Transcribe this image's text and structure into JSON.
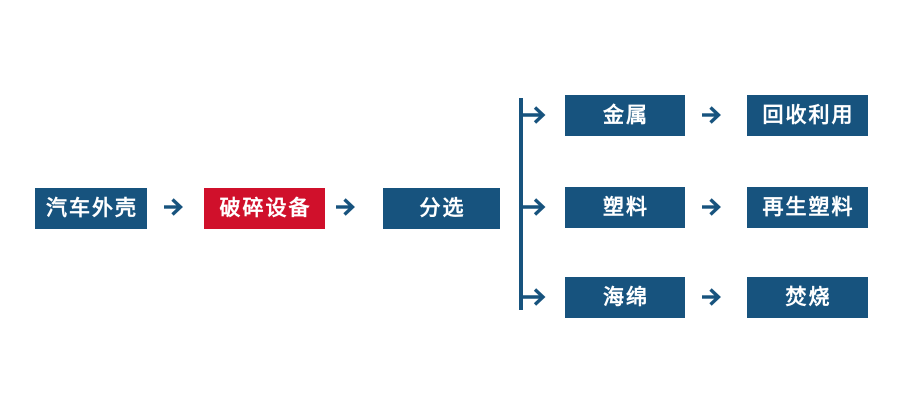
{
  "diagram_type": "flowchart",
  "colors": {
    "box_blue": "#17537E",
    "box_red": "#D0102B",
    "text_white": "#FFFFFF",
    "bg": "#FFFFFF"
  },
  "nodes": {
    "car_shell": {
      "label": "汽车外壳"
    },
    "crushing_equipment": {
      "label": "破碎设备"
    },
    "sorting": {
      "label": "分选"
    },
    "metal": {
      "label": "金属"
    },
    "recycling": {
      "label": "回收利用"
    },
    "plastic": {
      "label": "塑料"
    },
    "recycled_plastic": {
      "label": "再生塑料"
    },
    "sponge": {
      "label": "海绵"
    },
    "incineration": {
      "label": "焚烧"
    }
  },
  "edges": [
    {
      "from": "car_shell",
      "to": "crushing_equipment"
    },
    {
      "from": "crushing_equipment",
      "to": "sorting"
    },
    {
      "from": "sorting",
      "to": "metal"
    },
    {
      "from": "sorting",
      "to": "plastic"
    },
    {
      "from": "sorting",
      "to": "sponge"
    },
    {
      "from": "metal",
      "to": "recycling"
    },
    {
      "from": "plastic",
      "to": "recycled_plastic"
    },
    {
      "from": "sponge",
      "to": "incineration"
    }
  ]
}
